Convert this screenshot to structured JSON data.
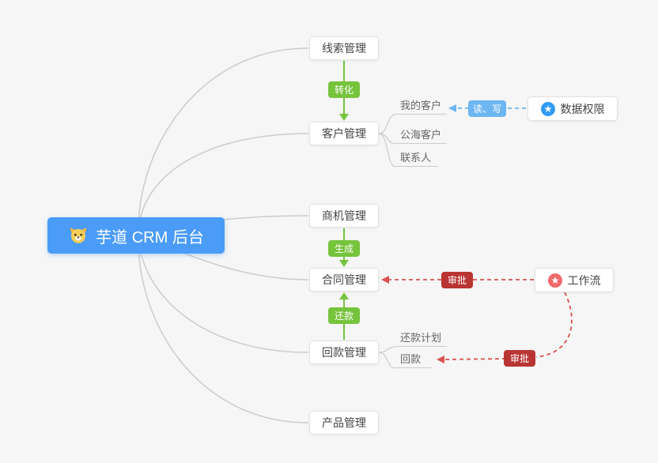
{
  "root": {
    "label": "芋道 CRM 后台"
  },
  "main_nodes": {
    "clue": "线索管理",
    "customer": "客户管理",
    "business": "商机管理",
    "contract": "合同管理",
    "receivable": "回款管理",
    "product": "产品管理"
  },
  "side_nodes": {
    "data_permission": "数据权限",
    "workflow": "工作流"
  },
  "sub_nodes": {
    "my_customer": "我的客户",
    "open_sea_customer": "公海客户",
    "contact": "联系人",
    "repayment_plan": "还款计划",
    "repayment": "回款"
  },
  "badges": {
    "transform": "转化",
    "generate": "生成",
    "repay": "还款",
    "read_write": "读、写",
    "approve": "审批"
  },
  "colors": {
    "background": "#f5f6f5",
    "root_bg": "#4b9cf8",
    "green": "#76c33c",
    "blue_badge": "#6db6f2",
    "red_badge": "#b93533",
    "red_line": "#d9534f",
    "blue_line": "#6db6f2",
    "gray_line": "#cccccc",
    "data_permission_icon": "#2f9bf4",
    "workflow_icon": "#f06a6a"
  }
}
